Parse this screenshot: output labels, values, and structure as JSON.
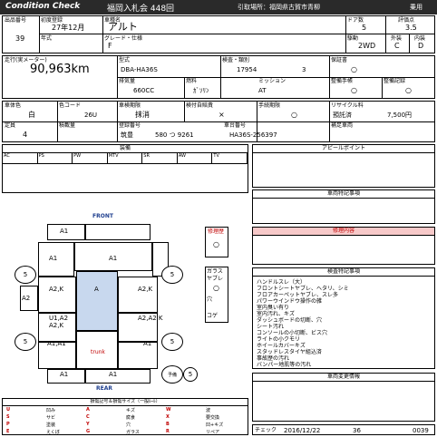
{
  "header": {
    "title": "Condition Check",
    "auction": "福岡入札会 448回",
    "location": "引取場所：福岡県古賀市青柳",
    "type": "乗用"
  },
  "vehicle": {
    "lot_label": "出品番号",
    "lot": "39",
    "first_reg_label": "初度登録",
    "first_reg": "27年12月",
    "name_label": "車種名",
    "name": "アルト",
    "door_label": "ドア数",
    "door": "5",
    "score_label": "評価点",
    "score": "3.5",
    "year_label": "年式",
    "grade_label": "グレード・仕様",
    "grade": "F",
    "drive_label": "駆動",
    "drive": "2WD",
    "ext_label": "外装",
    "ext": "C",
    "int_label": "内装",
    "int": "D",
    "mileage_label": "走行(実メーター)",
    "mileage": "90,963km",
    "model_label": "型式",
    "model": "DBA-HA36S",
    "cert_label": "検査・類別",
    "cert_a": "17954",
    "cert_b": "3",
    "warranty_label": "保証書",
    "warranty": "○",
    "cc_label": "排気量",
    "cc": "660CC",
    "fuel_label": "燃料",
    "fuel": "ｶﾞｿﾘﾝ",
    "mission_label": "ミッション",
    "mission": "AT",
    "manual_label": "整備手帳",
    "manual": "○",
    "record_label": "整備記録",
    "record": "○",
    "color_label": "車体色",
    "color": "白",
    "colorcode_label": "色コード",
    "colorcode": "26U",
    "inspection_label": "車検期限",
    "inspection": "抹消",
    "insp_date_label": "検付自賠責",
    "insp_date": "×",
    "procedure_label": "手続期限",
    "procedure": "○",
    "recycle_label": "リサイクル料",
    "recycle_status": "預託済",
    "recycle_fee": "7,500円",
    "capacity_label": "定員",
    "capacity": "4",
    "load_label": "積載量",
    "regno_label": "登録番号",
    "regno_a": "筑豊",
    "regno_b": "580 つ 9261",
    "chassis_label": "車台番号",
    "chassis": "HA36S-256397",
    "equip_label": "装備",
    "equip_codes": [
      "AC",
      "PS",
      "PW",
      "MTV",
      "SR",
      "AW",
      "TV"
    ],
    "extra_label": "補足車両"
  },
  "diagram": {
    "front_label": "FRONT",
    "rear_label": "REAR",
    "marks": [
      "A1",
      "A1",
      "A1",
      "A2,K",
      "A",
      "A2,K",
      "A2",
      "U1,A2 A2,K",
      "A2,A2 K",
      "A1,A1",
      "A1",
      "A1",
      "A1"
    ],
    "wheels": [
      "5",
      "5",
      "5",
      "5",
      "5"
    ],
    "trunk": "trunk",
    "spare": "5",
    "spare_label": "予備"
  },
  "glass": {
    "label": "修理歴",
    "label2": "ガラス",
    "ok": "○",
    "ok2": "○",
    "hole": "穴",
    "kizu": "コゲ",
    "cut": "ヤブレ"
  },
  "sections": {
    "appeal": "アピールポイント",
    "note": "車両特記事項",
    "repair": "修理内容",
    "inspector": "検査特記事項",
    "history": "車両変更情報"
  },
  "inspector_notes": [
    "ハンドルスレ（大）",
    "フロントシートヤブレ、ヘタリ、シミ",
    "フロアカーペットヤブレ、スレ多",
    "パワーウインドウ操作の雑",
    "室内臭い有り",
    "室内汚れ、キズ",
    "ダッシュボードの切断、穴",
    "シート汚れ",
    "コンソールの小切断、ビス穴",
    "ライトの小クモリ",
    "ホイールカバーキズ",
    "スタッドレスタイヤ組込済",
    "事故歴の汚れ",
    "バンパー地肌等の汚れ"
  ],
  "legend": {
    "title": "損傷記号＆損傷サイズ（一般ﾙｰﾙ）",
    "rows": [
      [
        "U",
        "凹み",
        "A",
        "キズ",
        "W",
        "波"
      ],
      [
        "S",
        "サビ",
        "C",
        "腐食",
        "X",
        "要交換"
      ],
      [
        "P",
        "塗装",
        "Y",
        "穴",
        "B",
        "凹+キズ"
      ],
      [
        "E",
        "えくぼ",
        "G",
        "ガラス",
        "R",
        "リペア"
      ]
    ]
  },
  "footer": {
    "check_label": "チェック",
    "date": "2016/12/22",
    "page": "36",
    "code": "0039"
  }
}
